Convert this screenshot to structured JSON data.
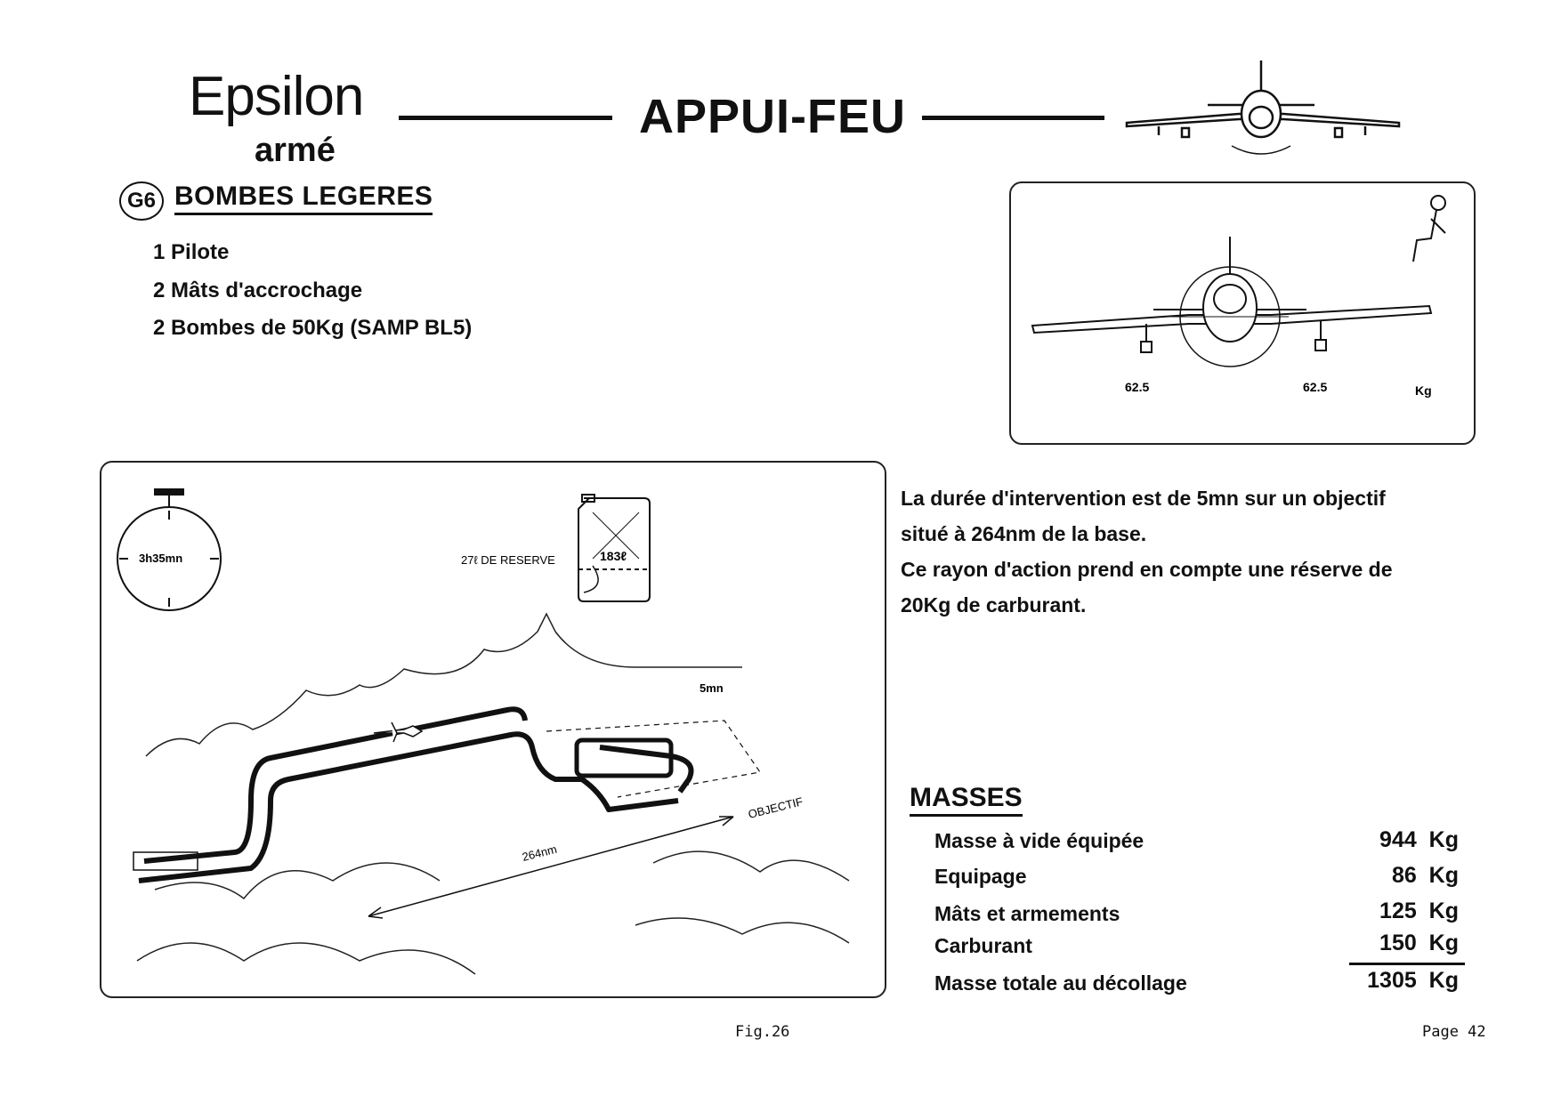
{
  "header": {
    "brand": "Epsilon",
    "brand_sub": "armé",
    "title": "APPUI-FEU"
  },
  "section": {
    "code": "G6",
    "title": "BOMBES LEGERES",
    "items": [
      "1 Pilote",
      "2 Mâts d'accrochage",
      "2 Bombes de 50Kg (SAMP BL5)"
    ]
  },
  "load_diagram": {
    "left_load": "62.5",
    "right_load": "62.5",
    "unit": "Kg"
  },
  "mission": {
    "timer": "3h35mn",
    "reserve_label": "27ℓ DE RESERVE",
    "tank_label": "183ℓ",
    "time_on_target": "5mn",
    "objective": "OBJECTIF",
    "distance": "264nm"
  },
  "description": [
    "La durée d'intervention est de 5mn sur un objectif",
    "situé à 264nm de la base.",
    "Ce rayon d'action prend en compte une réserve de",
    "20Kg de carburant."
  ],
  "masses": {
    "title": "MASSES",
    "rows": [
      {
        "label": "Masse à vide équipée",
        "value": "944",
        "unit": "Kg"
      },
      {
        "label": "Equipage",
        "value": "86",
        "unit": "Kg"
      },
      {
        "label": "Mâts et armements",
        "value": "125",
        "unit": "Kg"
      },
      {
        "label": "Carburant",
        "value": "150",
        "unit": "Kg"
      }
    ],
    "total": {
      "label": "Masse totale au décollage",
      "value": "1305",
      "unit": "Kg"
    }
  },
  "footer": {
    "figure": "Fig.26",
    "page": "Page 42"
  }
}
